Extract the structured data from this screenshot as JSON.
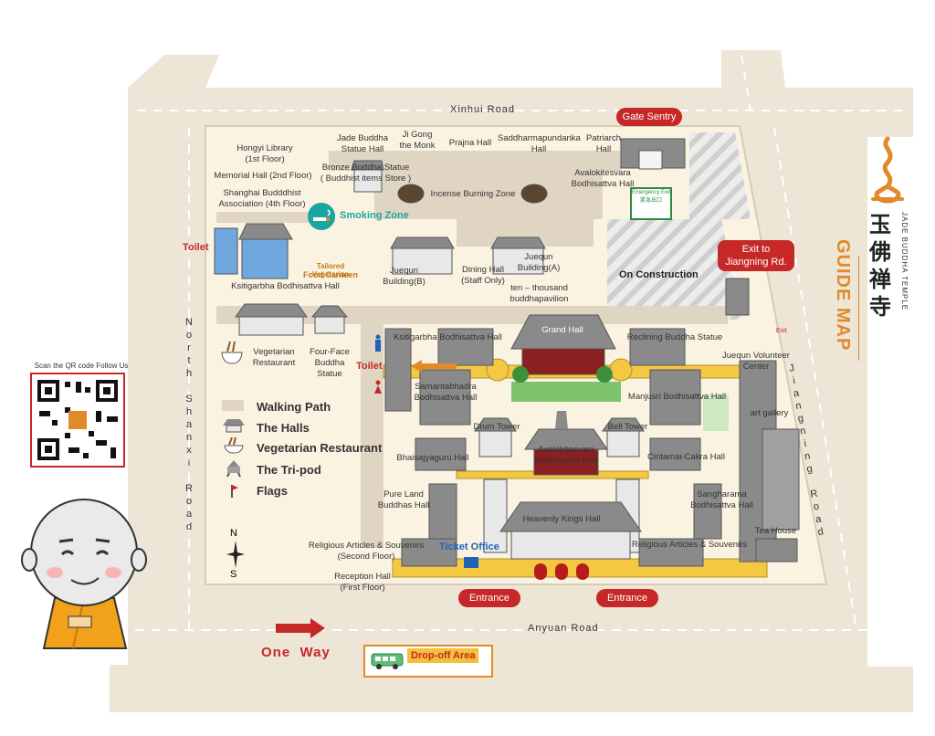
{
  "map_title": "GUIDE MAP",
  "brand": {
    "chinese_name": "玉佛禅寺",
    "english_name": "JADE BUDDHA TEMPLE"
  },
  "qr": {
    "caption": "Scan the QR code Follow Us"
  },
  "roads": {
    "north": "Xinhui Road",
    "south": "Anyuan Road",
    "west": "North Shanxi Road",
    "east": "Jiangning Road"
  },
  "one_way": "One  Way",
  "drop_off": "Drop-off Area",
  "buttons": {
    "gate_sentry": "Gate Sentry",
    "exit_jiangning": "Exit to\nJiangning Rd.",
    "entrance_left": "Entrance",
    "entrance_right": "Entrance"
  },
  "labels": {
    "hongyi_library": "Hongyi Library\n(1st Floor)",
    "memorial_hall": "Memorial Hall (2nd Floor)",
    "buddhist_association": "Shanghai Budddhist\nAssociation (4th Floor)",
    "smoking_zone": "Smoking Zone",
    "toilet_left": "Toilet",
    "toilet_center": "Toilet",
    "food_canteen_1": "Tailored Vegetarian",
    "food_canteen_2": "Food Canteen",
    "ksitigarbha_upper": "Ksitigarbha Bodhisattva Hall",
    "jade_buddha_statue_hall": "Jade Buddha\nStatue Hall",
    "ji_gong": "Ji Gong\nthe Monk",
    "prajna_hall": "Prajna Hall",
    "saddharma": "Saddharmapundarika\nHall",
    "patriarch_hall": "Patriarch\nHall",
    "bronze_buddha": "Bronze Buddha Statue\n( Buddhist items Store )",
    "incense_zone": "Incense Burning Zone",
    "avalokitesvara_top": "Avalokitesvara\nBodhisattva Hall",
    "emergency_exit": "Emergency Exit\n紧急出口",
    "juequn_b": "Juequn\nBuilding(B)",
    "dining_hall": "Dining Hall\n(Staff Only)",
    "juequn_a": "Juequn\nBuilding(A)",
    "ten_thousand": "ten – thousand\nbuddhapavilion",
    "on_construction": "On Construction",
    "vegetarian_restaurant": "Vegetarian\nRestaurant",
    "four_face": "Four-Face\nBuddha\nStatue",
    "ksitigarbha_lower": "Ksitigarbha Bodhisattva Hall",
    "grand_hall": "Grand Hall",
    "reclining_buddha": "Reclining Buddha Statue",
    "juequn_volunteer": "Juequn Volunteer\nCenter",
    "exit_small": "Exit",
    "samantabhadra": "Samantabhadra\nBodhisattva Hall",
    "manjusri": "Manjusri Bodhisattva Hall",
    "art_gallery": "art gallery",
    "drum_tower": "Drum Tower",
    "bell_tower": "Bell Tower",
    "bhaisajyaguru": "Bhaisajyaguru Hall",
    "avalokitesvara_center": "Avalokitesvara\nBodhisattva Hall",
    "cintamani": "Cintamai-Cakra Hall",
    "pure_land": "Pure Land\nBuddhas Hall",
    "sangharama": "Sangharama\nBodhisattva Hall",
    "heavenly_kings": "Heavenly Kings Hall",
    "tea_house": "Tea House",
    "religious_left": "Religious Articles & Souvenirs\n(Second Floor)",
    "reception_hall": "Reception Hall\n(First  Floor)",
    "ticket_office": "Ticket Office",
    "religious_right": "Religious Articles & Souvenirs"
  },
  "legend": [
    {
      "label": "Walking Path",
      "icon": "walking-path-swatch"
    },
    {
      "label": "The Halls",
      "icon": "hall-icon"
    },
    {
      "label": "Vegetarian Restaurant",
      "icon": "noodle-bowl-icon"
    },
    {
      "label": "The Tri-pod",
      "icon": "tripod-icon"
    },
    {
      "label": "Flags",
      "icon": "flag-icon"
    }
  ],
  "compass": {
    "north": "N",
    "south": "S"
  },
  "colors": {
    "road": "#ede5d6",
    "ground": "#fbf3e2",
    "path": "#e0d5c3",
    "roof": "#8a8a8a",
    "wall": "#f5c842",
    "accent_red": "#c62828",
    "accent_orange": "#e08a2a",
    "teal": "#1aa6a0"
  }
}
